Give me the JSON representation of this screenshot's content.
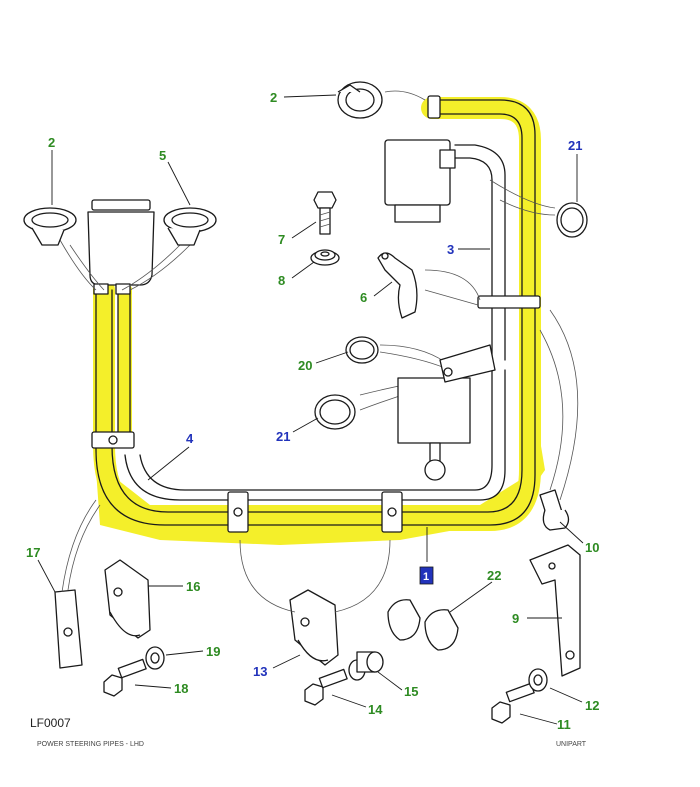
{
  "diagram": {
    "figure_code": "LF0007",
    "caption": "POWER STEERING PIPES - LHD",
    "footer_right": "UNIPART",
    "highlight_color": "#f4ef2a",
    "callout_green": "#2e8b22",
    "callout_blue": "#2233bb",
    "callouts": [
      {
        "id": "c2a",
        "text": "2",
        "color": "green"
      },
      {
        "id": "c2b",
        "text": "2",
        "color": "green"
      },
      {
        "id": "c5",
        "text": "5",
        "color": "green"
      },
      {
        "id": "c7",
        "text": "7",
        "color": "green"
      },
      {
        "id": "c8",
        "text": "8",
        "color": "green"
      },
      {
        "id": "c6",
        "text": "6",
        "color": "green"
      },
      {
        "id": "c3",
        "text": "3",
        "color": "blue"
      },
      {
        "id": "c21a",
        "text": "21",
        "color": "blue"
      },
      {
        "id": "c20",
        "text": "20",
        "color": "green"
      },
      {
        "id": "c21b",
        "text": "21",
        "color": "blue"
      },
      {
        "id": "c4",
        "text": "4",
        "color": "blue"
      },
      {
        "id": "c1",
        "text": "1",
        "color": "blue"
      },
      {
        "id": "c10",
        "text": "10",
        "color": "green"
      },
      {
        "id": "c17",
        "text": "17",
        "color": "green"
      },
      {
        "id": "c16",
        "text": "16",
        "color": "green"
      },
      {
        "id": "c19",
        "text": "19",
        "color": "green"
      },
      {
        "id": "c18",
        "text": "18",
        "color": "green"
      },
      {
        "id": "c13",
        "text": "13",
        "color": "blue"
      },
      {
        "id": "c15",
        "text": "15",
        "color": "green"
      },
      {
        "id": "c14",
        "text": "14",
        "color": "green"
      },
      {
        "id": "c22",
        "text": "22",
        "color": "green"
      },
      {
        "id": "c9",
        "text": "9",
        "color": "green"
      },
      {
        "id": "c12",
        "text": "12",
        "color": "green"
      },
      {
        "id": "c11",
        "text": "11",
        "color": "green"
      }
    ]
  }
}
